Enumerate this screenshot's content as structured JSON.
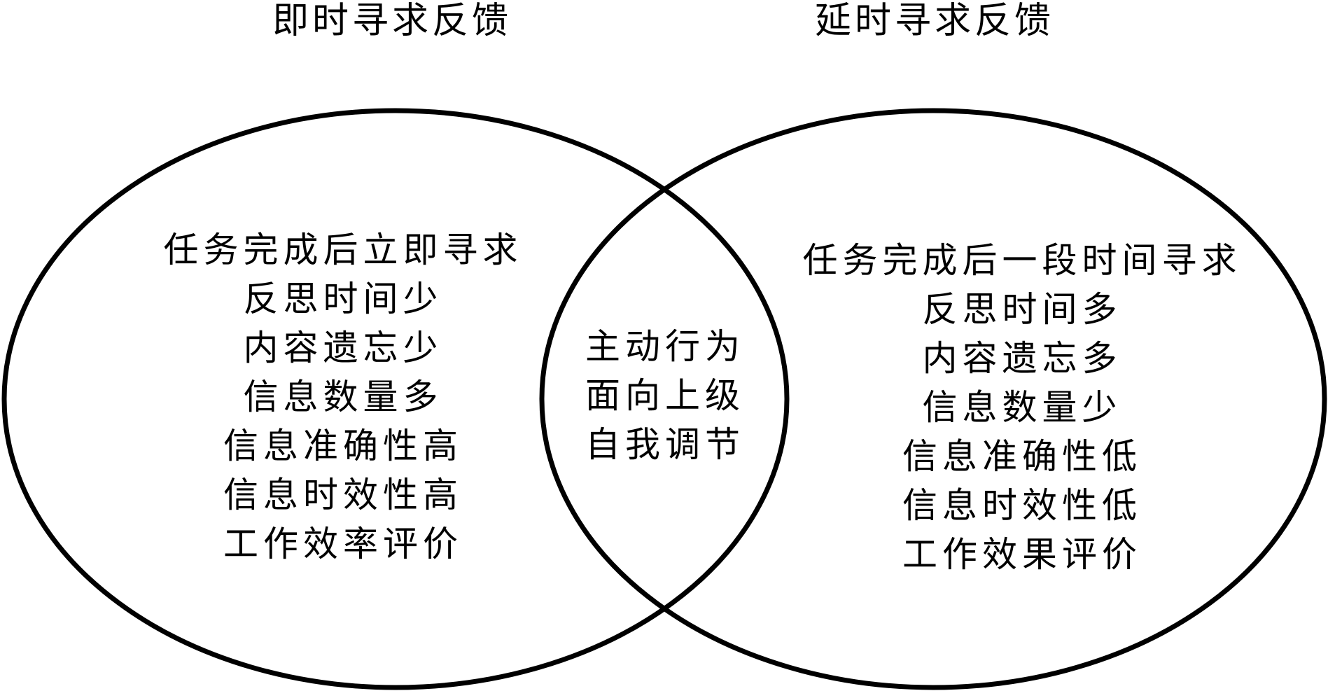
{
  "colors": {
    "stroke": "#000000",
    "background": "#ffffff",
    "text": "#000000"
  },
  "left": {
    "title": "即时寻求反馈",
    "items": [
      "任务完成后立即寻求",
      "反思时间少",
      "内容遗忘少",
      "信息数量多",
      "信息准确性高",
      "信息时效性高",
      "工作效率评价"
    ]
  },
  "right": {
    "title": "延时寻求反馈",
    "items": [
      "任务完成后一段时间寻求",
      "反思时间多",
      "内容遗忘多",
      "信息数量少",
      "信息准确性低",
      "信息时效性低",
      "工作效果评价"
    ]
  },
  "overlap": {
    "items": [
      "主动行为",
      "面向上级",
      "自我调节"
    ]
  }
}
